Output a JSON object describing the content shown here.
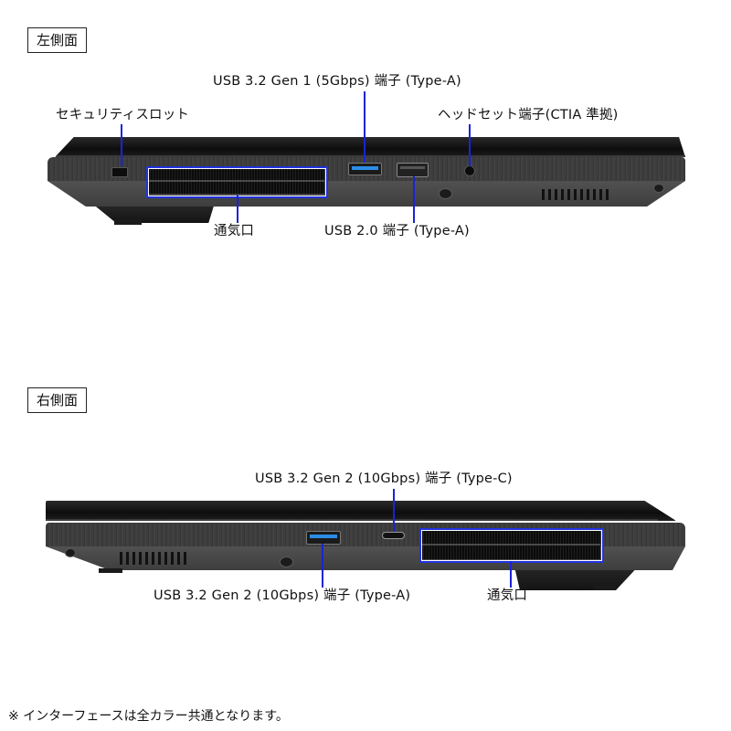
{
  "left_side": {
    "section_label": "左側面",
    "callouts": {
      "security_slot": "セキュリティスロット",
      "usb_32_gen1": "USB 3.2 Gen 1 (5Gbps) 端子 (Type-A)",
      "headset_jack": "ヘッドセット端子(CTIA 準拠)",
      "vent": "通気口",
      "usb_20": "USB 2.0 端子 (Type-A)"
    }
  },
  "right_side": {
    "section_label": "右側面",
    "callouts": {
      "usb_32_gen2_typec": "USB 3.2 Gen 2 (10Gbps) 端子 (Type-C)",
      "usb_32_gen2_typea": "USB 3.2 Gen 2 (10Gbps) 端子 (Type-A)",
      "vent": "通気口"
    }
  },
  "footnote": "※ インターフェースは全カラー共通となります。",
  "colors": {
    "leader_line": "#1a23d8",
    "usb3_port_accent": "#2c8de6"
  }
}
